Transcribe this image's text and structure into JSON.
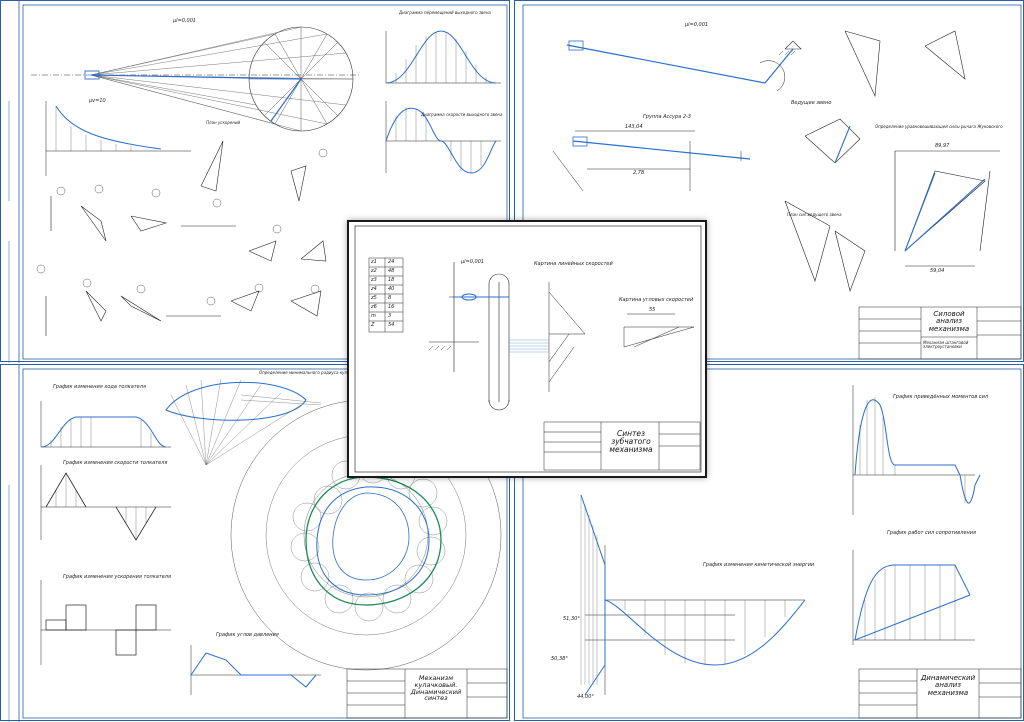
{
  "colors": {
    "frame": "#2a5fa8",
    "line": "#222222",
    "accent_blue": "#2a6fcf",
    "accent_green": "#1a8a5a"
  },
  "sheets": {
    "kinematics": {
      "scale_mu_l": "μl=0,001",
      "scale_mu_v": "μv=10",
      "title_disp": "Диаграмма перемещений выходного звена",
      "title_vel": "Диаграмма скорости выходного звена",
      "plan_label": "План ускорений"
    },
    "force_analysis": {
      "scale": "μl=0,001",
      "group_title": "Группа Ассура 2-3",
      "driver_title": "Ведущее звено",
      "force_plan_driver": "План сил ведущего звена",
      "zhukovsky_title": "Определение уравновешивающей силы рычага Жуковского",
      "dim_1": "143,04",
      "dim_2": "2,78",
      "dim_3": "89,97",
      "dim_4": "59,04",
      "stamp_title": "Силовой анализ механизма",
      "stamp_sub": "Механизм штанговой электроустановки"
    },
    "gear_synthesis": {
      "scale": "μl=0,001",
      "vel_title": "Картина линейных скоростей",
      "ang_vel_title": "Картина угловых скоростей",
      "dim_55": "55",
      "table_params": [
        "z1",
        "z2",
        "z3",
        "z4",
        "z5",
        "z6",
        "m",
        "Z"
      ],
      "table_values": [
        "24",
        "48",
        "18",
        "40",
        "8",
        "16",
        "3",
        "54"
      ],
      "stamp_title": "Синтез зубчатого механизма"
    },
    "cam_mechanism": {
      "graph_disp": "График изменения хода толкателя",
      "graph_vel": "График изменения скорости толкателя",
      "graph_acc": "График изменения ускорения толкателя",
      "graph_pressure": "График углов давления",
      "min_radius_title": "Определение минимального радиуса кулачка",
      "stamp_title": "Механизм кулачковый. Динамический синтез"
    },
    "dynamics": {
      "graph_moments": "График приведённых моментов сил",
      "graph_work": "График работ сил сопротивления",
      "graph_energy": "График изменения кинетической энергии",
      "angle_1": "51,30°",
      "angle_2": "50,38°",
      "angle_3": "44,00°",
      "stamp_title": "Динамический анализ механизма"
    }
  }
}
